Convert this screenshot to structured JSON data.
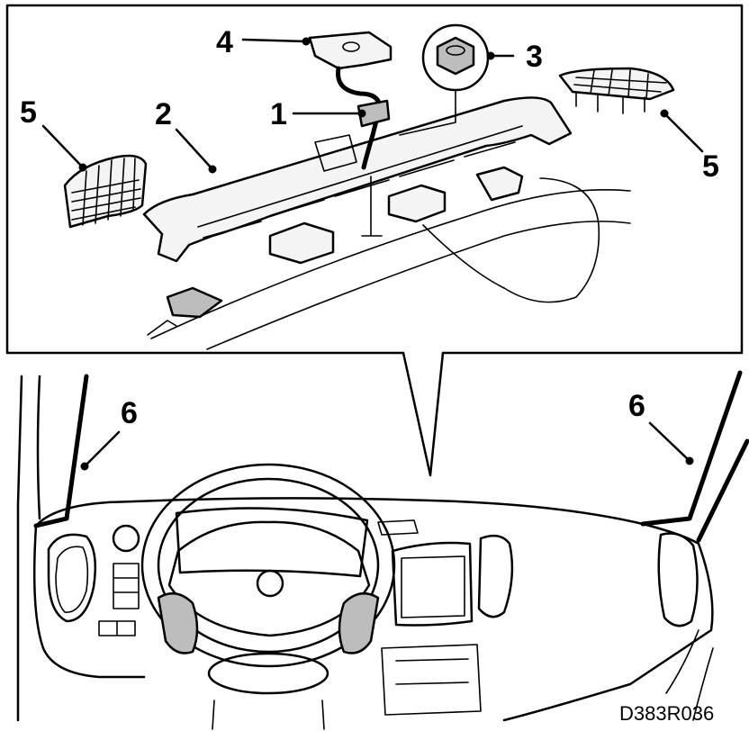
{
  "diagram": {
    "reference_code": "D383R036",
    "callouts": [
      {
        "id": "callout-1",
        "label": "1"
      },
      {
        "id": "callout-2",
        "label": "2"
      },
      {
        "id": "callout-3",
        "label": "3"
      },
      {
        "id": "callout-4",
        "label": "4"
      },
      {
        "id": "callout-5-left",
        "label": "5"
      },
      {
        "id": "callout-5-right",
        "label": "5"
      },
      {
        "id": "callout-6-left",
        "label": "6"
      },
      {
        "id": "callout-6-right",
        "label": "6"
      }
    ]
  }
}
